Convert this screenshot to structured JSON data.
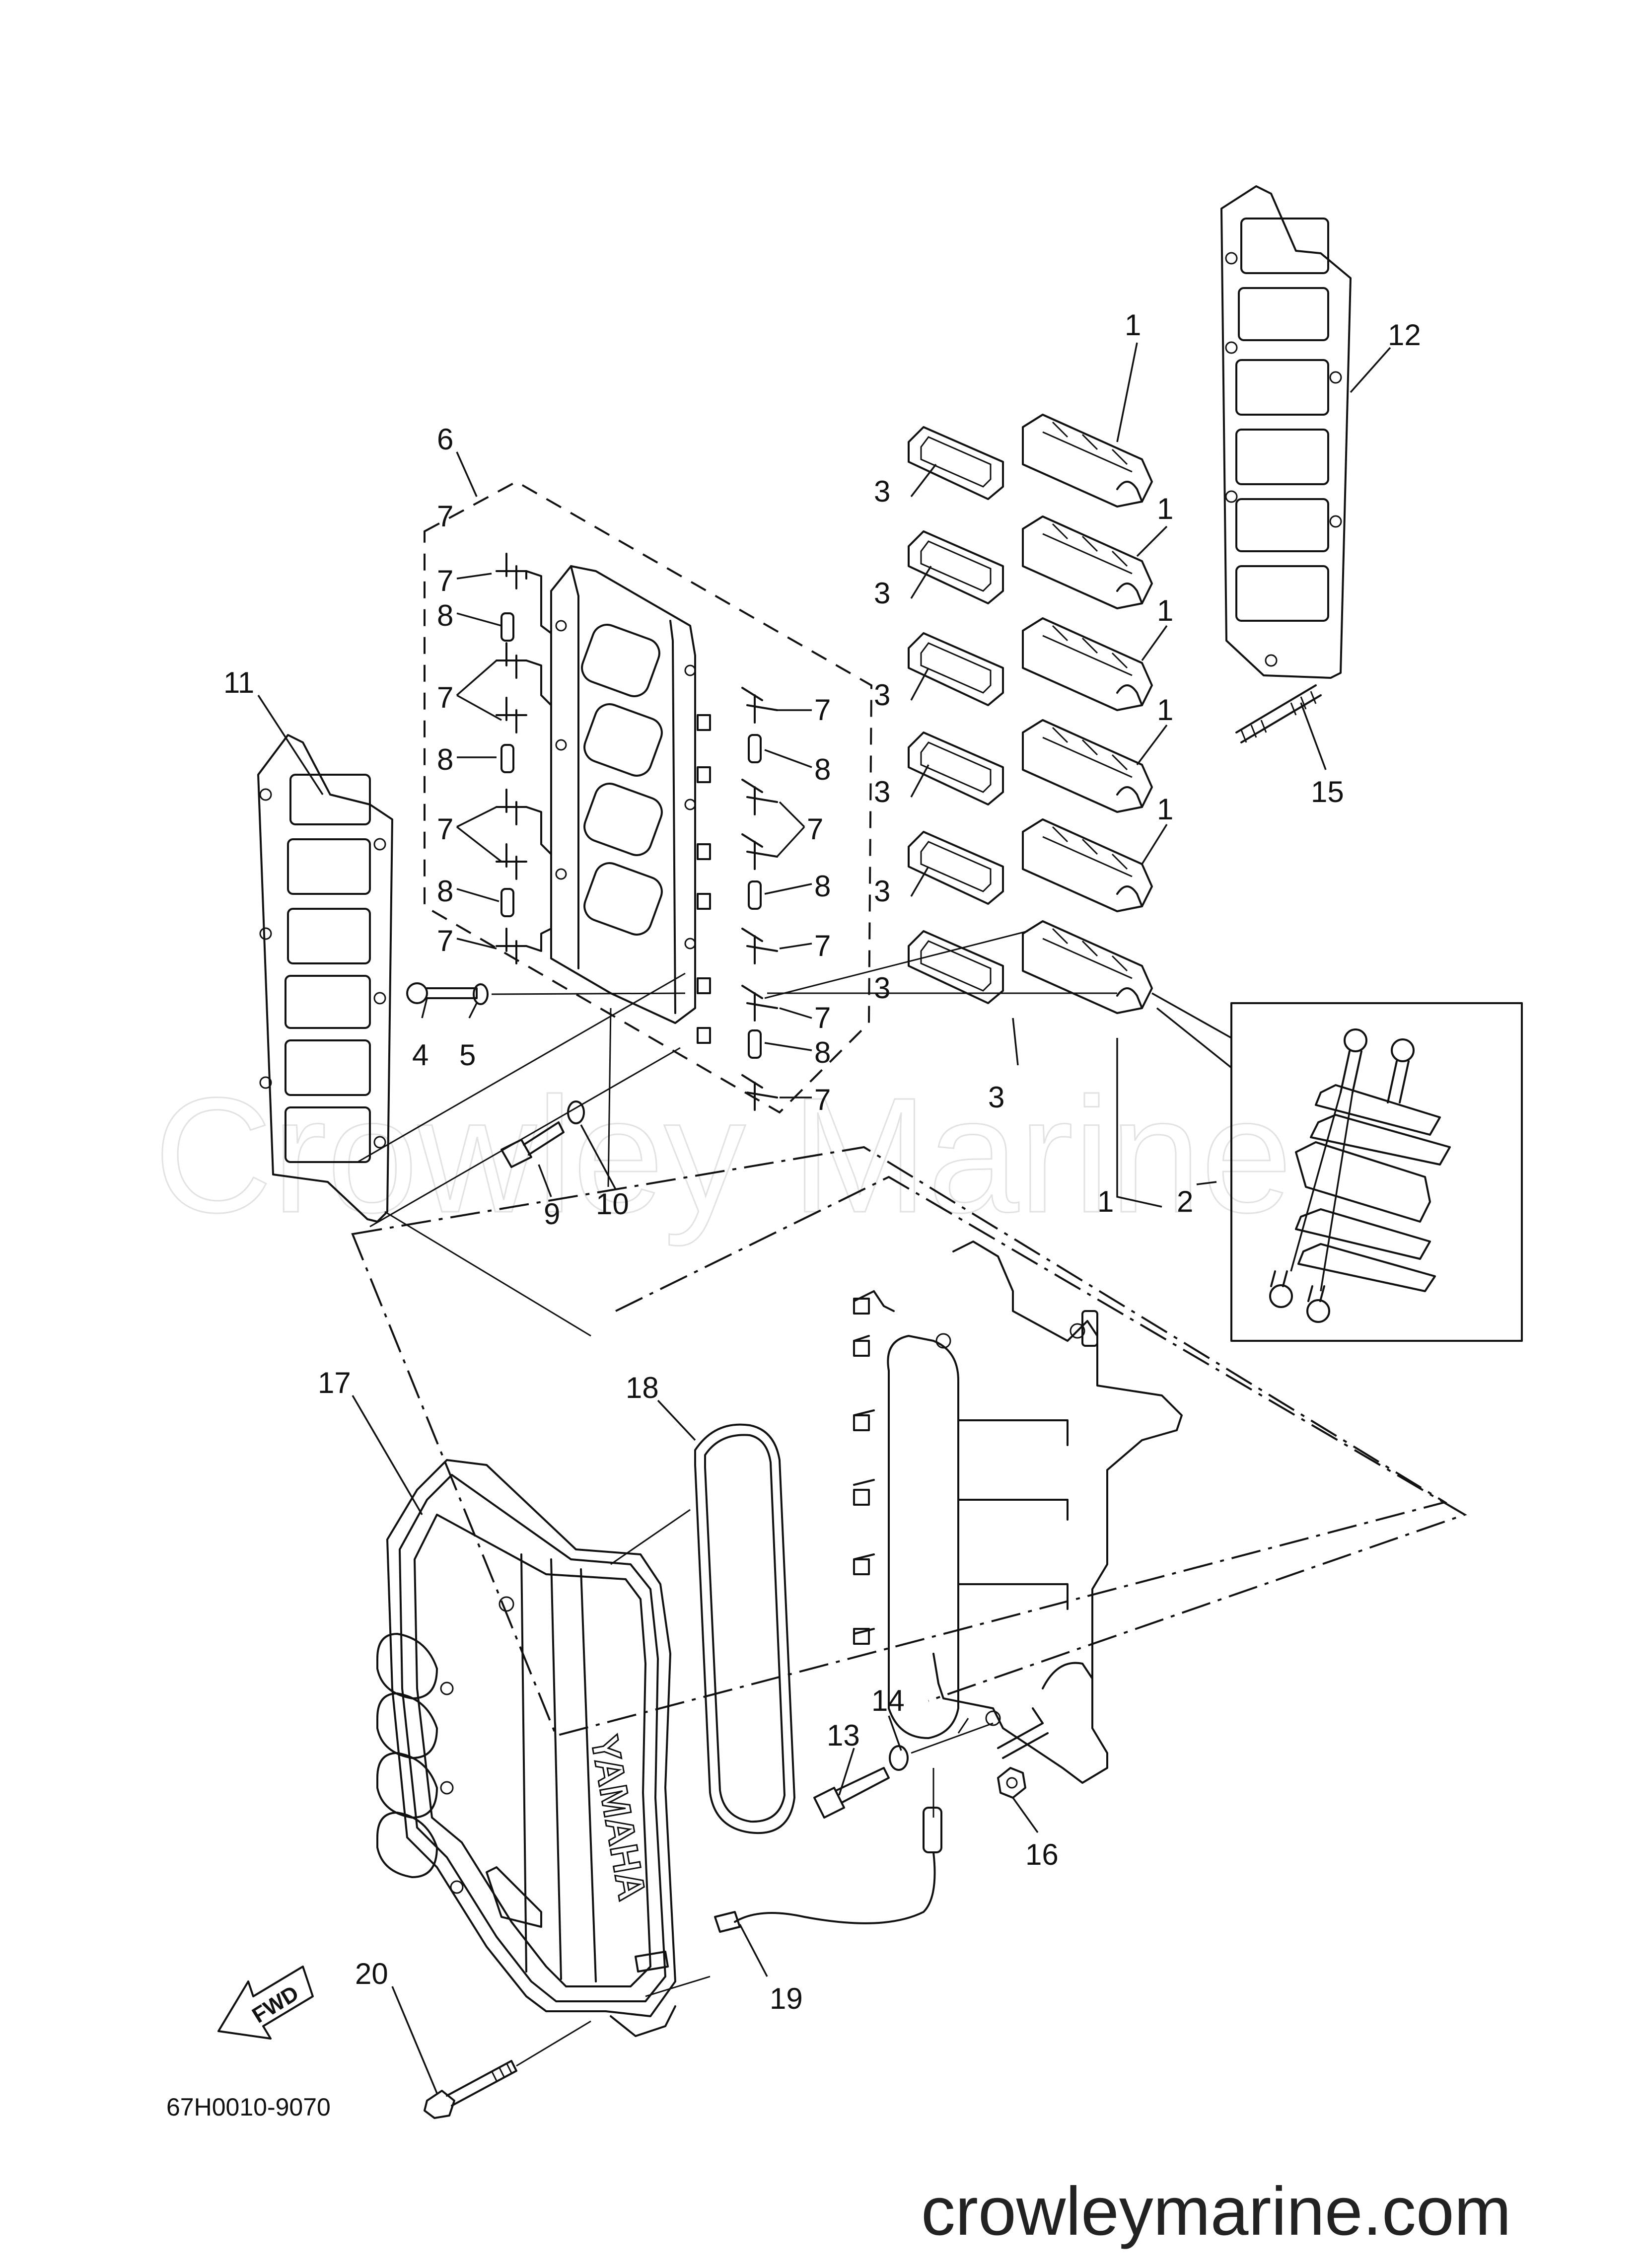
{
  "diagram": {
    "code": "67H0010-9070",
    "watermark": "Crowley Marine",
    "site_url": "crowleymarine.com",
    "brand_mark": "YAMAHA",
    "direction_arrow": "FWD",
    "callouts": [
      {
        "id": "c-1a",
        "text": "1"
      },
      {
        "id": "c-1b",
        "text": "1"
      },
      {
        "id": "c-1c",
        "text": "1"
      },
      {
        "id": "c-1d",
        "text": "1"
      },
      {
        "id": "c-1e",
        "text": "1"
      },
      {
        "id": "c-1f",
        "text": "1"
      },
      {
        "id": "c-2",
        "text": "2"
      },
      {
        "id": "c-3a",
        "text": "3"
      },
      {
        "id": "c-3b",
        "text": "3"
      },
      {
        "id": "c-3c",
        "text": "3"
      },
      {
        "id": "c-3d",
        "text": "3"
      },
      {
        "id": "c-3e",
        "text": "3"
      },
      {
        "id": "c-3f",
        "text": "3"
      },
      {
        "id": "c-3g",
        "text": "3"
      },
      {
        "id": "c-4",
        "text": "4"
      },
      {
        "id": "c-5",
        "text": "5"
      },
      {
        "id": "c-6",
        "text": "6"
      },
      {
        "id": "c-7a",
        "text": "7"
      },
      {
        "id": "c-7b",
        "text": "7"
      },
      {
        "id": "c-7c",
        "text": "7"
      },
      {
        "id": "c-7d",
        "text": "7"
      },
      {
        "id": "c-7e",
        "text": "7"
      },
      {
        "id": "c-7f",
        "text": "7"
      },
      {
        "id": "c-7g",
        "text": "7"
      },
      {
        "id": "c-7h",
        "text": "7"
      },
      {
        "id": "c-7i",
        "text": "7"
      },
      {
        "id": "c-7j",
        "text": "7"
      },
      {
        "id": "c-8a",
        "text": "8"
      },
      {
        "id": "c-8b",
        "text": "8"
      },
      {
        "id": "c-8c",
        "text": "8"
      },
      {
        "id": "c-8d",
        "text": "8"
      },
      {
        "id": "c-8e",
        "text": "8"
      },
      {
        "id": "c-8f",
        "text": "8"
      },
      {
        "id": "c-9",
        "text": "9"
      },
      {
        "id": "c-10",
        "text": "10"
      },
      {
        "id": "c-11",
        "text": "11"
      },
      {
        "id": "c-12",
        "text": "12"
      },
      {
        "id": "c-13",
        "text": "13"
      },
      {
        "id": "c-14",
        "text": "14"
      },
      {
        "id": "c-15",
        "text": "15"
      },
      {
        "id": "c-16",
        "text": "16"
      },
      {
        "id": "c-17",
        "text": "17"
      },
      {
        "id": "c-18",
        "text": "18"
      },
      {
        "id": "c-19",
        "text": "19"
      },
      {
        "id": "c-20",
        "text": "20"
      }
    ]
  }
}
